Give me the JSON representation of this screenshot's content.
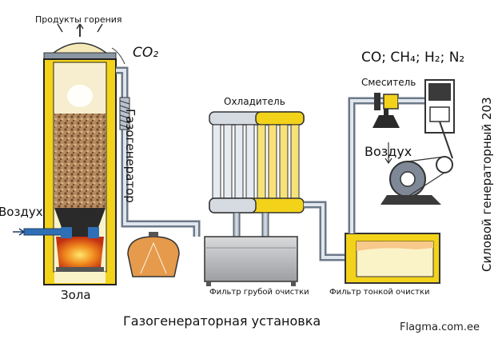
{
  "labels": {
    "products": "Продукты горения",
    "co2": "CO₂",
    "gases": "CO; CH₄; H₂; N₂",
    "mixer": "Смеситель",
    "cooler": "Охладитель",
    "air_right": "Воздух",
    "air_left": "Воздух",
    "gasgen": "Газогенератор",
    "engine": "Силовой генераторный 203",
    "ash": "Зола",
    "coarse_filter": "Фильтр грубой очистки",
    "fine_filter": "Фильтр тонкой очистки",
    "caption": "Газогенераторная установка",
    "watermark": "Flagma.com.ee"
  },
  "colors": {
    "yellow": "#f3d21a",
    "pipe": "#b8c4d2",
    "pipe_edge": "#5b6776",
    "fuel": "#a7825d",
    "fire": "#e2571a",
    "filter_body": "#c6c7c9"
  }
}
